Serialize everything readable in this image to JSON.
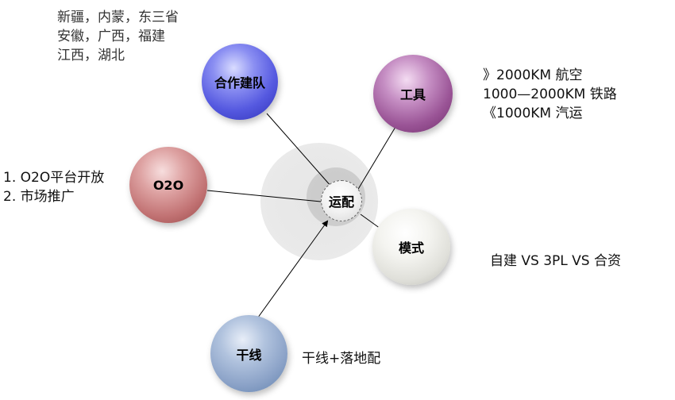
{
  "center": {
    "label": "运配"
  },
  "nodes": {
    "team": {
      "label": "合作建队",
      "color": "#5559e0"
    },
    "tool": {
      "label": "工具",
      "color": "#9a5496"
    },
    "o2o": {
      "label": "O2O",
      "color": "#c27374"
    },
    "mode": {
      "label": "模式",
      "color": "#e0e0da"
    },
    "trunk": {
      "label": "干线",
      "color": "#8ca3c8"
    }
  },
  "notes": {
    "region": [
      "新疆，内蒙，东三省",
      "安徽，广西，福建",
      "江西，湖北"
    ],
    "tool": [
      "》2000KM 航空",
      "1000—2000KM 铁路",
      "《1000KM  汽运"
    ],
    "o2o": [
      "1.  O2O平台开放",
      "2.  市场推广"
    ],
    "mode": "自建  VS  3PL  VS  合资",
    "trunk": "干线+落地配"
  }
}
